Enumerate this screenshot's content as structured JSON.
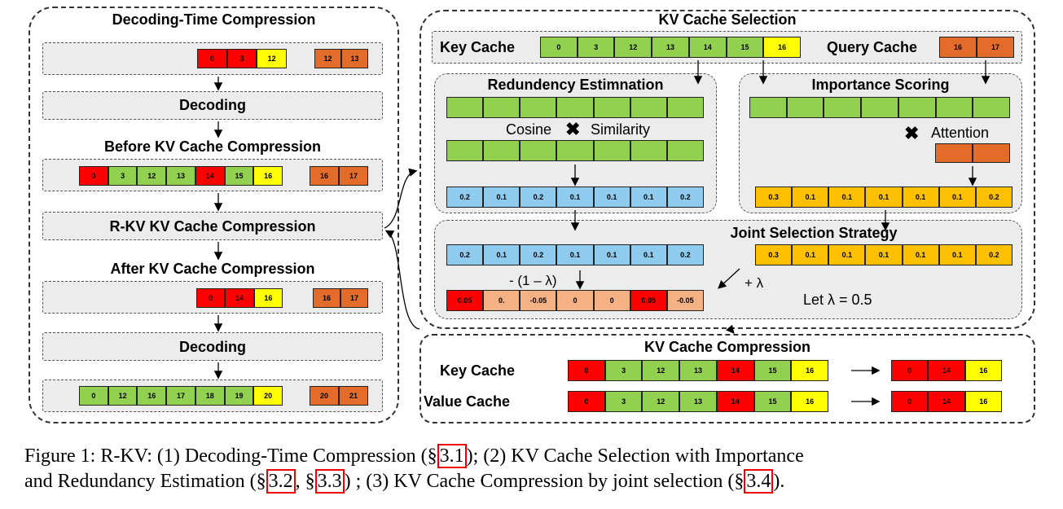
{
  "colors": {
    "red": "#ff0000",
    "green": "#92d050",
    "yellow": "#ffff00",
    "orange": "#e46c2a",
    "blue": "#8fcbee",
    "gold": "#ffc000",
    "salmon": "#f4b183",
    "gray": "#ececec"
  },
  "left": {
    "title": "Decoding-Time Compression",
    "row1": {
      "cells": [
        {
          "t": "0",
          "c": "red"
        },
        {
          "t": "3",
          "c": "red"
        },
        {
          "t": "12",
          "c": "yellow"
        }
      ],
      "q": [
        "12",
        "13"
      ]
    },
    "decoding1": "Decoding",
    "before_title": "Before KV Cache Compression",
    "row2": {
      "cells": [
        {
          "t": "0",
          "c": "red"
        },
        {
          "t": "3",
          "c": "green"
        },
        {
          "t": "12",
          "c": "green"
        },
        {
          "t": "13",
          "c": "green"
        },
        {
          "t": "14",
          "c": "red"
        },
        {
          "t": "15",
          "c": "green"
        },
        {
          "t": "16",
          "c": "yellow"
        }
      ],
      "q": [
        "16",
        "17"
      ]
    },
    "rkv": "R-KV KV Cache Compression",
    "after_title": "After KV Cache Compression",
    "row3": {
      "cells": [
        {
          "t": "0",
          "c": "red"
        },
        {
          "t": "14",
          "c": "red"
        },
        {
          "t": "16",
          "c": "yellow"
        }
      ],
      "q": [
        "16",
        "17"
      ]
    },
    "decoding2": "Decoding",
    "row4": {
      "cells": [
        {
          "t": "0",
          "c": "green"
        },
        {
          "t": "12",
          "c": "green"
        },
        {
          "t": "16",
          "c": "green"
        },
        {
          "t": "17",
          "c": "green"
        },
        {
          "t": "18",
          "c": "green"
        },
        {
          "t": "19",
          "c": "green"
        },
        {
          "t": "20",
          "c": "yellow"
        }
      ],
      "q": [
        "20",
        "21"
      ]
    }
  },
  "selection": {
    "title": "KV Cache Selection",
    "key_label": "Key Cache",
    "key_cells": [
      "0",
      "3",
      "12",
      "13",
      "14",
      "15",
      "16"
    ],
    "query_label": "Query Cache",
    "query_cells": [
      "16",
      "17"
    ],
    "redundancy_title": "Redundency Estimnation",
    "cosine": "Cosine",
    "similarity": "Similarity",
    "redundancy_values": [
      "0.2",
      "0.1",
      "0.2",
      "0.1",
      "0.1",
      "0.1",
      "0.2"
    ],
    "importance_title": "Importance Scoring",
    "attention": "Attention",
    "importance_values": [
      "0.3",
      "0.1",
      "0.1",
      "0.1",
      "0.1",
      "0.1",
      "0.2"
    ],
    "joint_title": "Joint Selection Strategy",
    "minus_label": "- (1 – λ)",
    "plus_label": "+ λ",
    "let_label": "Let λ = 0.5",
    "joint_values": [
      {
        "t": "0.05",
        "c": "red"
      },
      {
        "t": "0.",
        "c": "salmon"
      },
      {
        "t": "-0.05",
        "c": "salmon"
      },
      {
        "t": "0",
        "c": "salmon"
      },
      {
        "t": "0",
        "c": "salmon"
      },
      {
        "t": "0.05",
        "c": "red"
      },
      {
        "t": "-0.05",
        "c": "salmon"
      }
    ]
  },
  "compression": {
    "title": "KV Cache Compression",
    "key_label": "Key Cache",
    "value_label": "Value Cache",
    "full": [
      {
        "t": "0",
        "c": "red"
      },
      {
        "t": "3",
        "c": "green"
      },
      {
        "t": "12",
        "c": "green"
      },
      {
        "t": "13",
        "c": "green"
      },
      {
        "t": "14",
        "c": "red"
      },
      {
        "t": "15",
        "c": "green"
      },
      {
        "t": "16",
        "c": "yellow"
      }
    ],
    "kept": [
      {
        "t": "0",
        "c": "red"
      },
      {
        "t": "14",
        "c": "red"
      },
      {
        "t": "16",
        "c": "yellow"
      }
    ]
  },
  "caption": {
    "line1_a": "Figure 1: R-KV: (1) Decoding-Time Compression (§",
    "ref1": "3.1",
    "line1_b": "); (2) KV Cache Selection with Importance",
    "line2_a": "and Redundancy Estimation (§",
    "ref2": "3.2",
    "line2_b": ", §",
    "ref3": "3.3",
    "line2_c": ") ; (3) KV Cache Compression by joint selection (§",
    "ref4": "3.4",
    "line2_d": ")."
  }
}
